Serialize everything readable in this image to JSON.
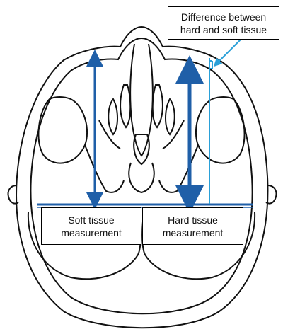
{
  "labels": {
    "difference": {
      "line1": "Difference between",
      "line2": "hard and soft tissue"
    },
    "soft": {
      "line1": "Soft tissue",
      "line2": "measurement"
    },
    "hard": {
      "line1": "Hard tissue",
      "line2": "measurement"
    }
  },
  "colors": {
    "outline": "#111111",
    "soft_arrow": "#1f5fa8",
    "hard_arrow": "#1f5fa8",
    "difference_line": "#2aa0d8",
    "baseline": "#1f5fa8"
  }
}
